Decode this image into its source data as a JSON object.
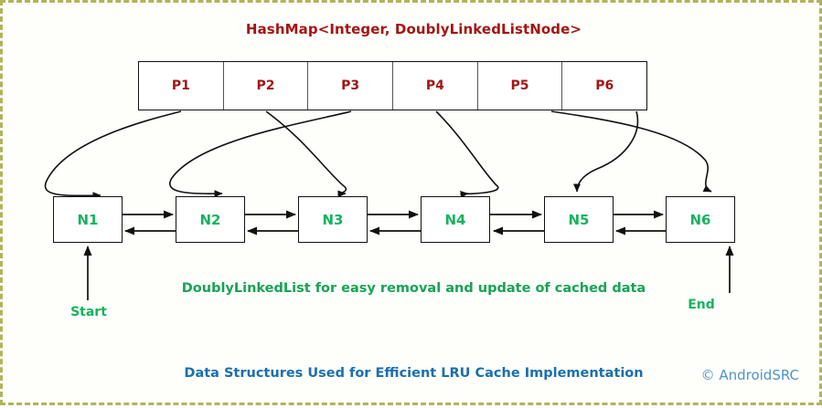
{
  "diagram": {
    "title": "HashMap<Integer, DoublyLinkedListNode>",
    "dll_caption": "DoublyLinkedList for easy removal and update of cached data",
    "footer": "Data Structures Used for Efficient LRU Cache Implementation",
    "credit": "© AndroidSRC",
    "start_label": "Start",
    "end_label": "End"
  },
  "colors": {
    "title_red": "#a41414",
    "node_green": "#15b35e",
    "caption_green": "#17a355",
    "footer_blue": "#1a6fae",
    "credit_blue": "#4f93c9",
    "border_olive": "#b3b35c",
    "stroke_black": "#111111"
  },
  "hashmap": {
    "cells": [
      {
        "label": "P1"
      },
      {
        "label": "P2"
      },
      {
        "label": "P3"
      },
      {
        "label": "P4"
      },
      {
        "label": "P5"
      },
      {
        "label": "P6"
      }
    ]
  },
  "nodes": [
    {
      "label": "N1"
    },
    {
      "label": "N2"
    },
    {
      "label": "N3"
    },
    {
      "label": "N4"
    },
    {
      "label": "N5"
    },
    {
      "label": "N6"
    }
  ]
}
